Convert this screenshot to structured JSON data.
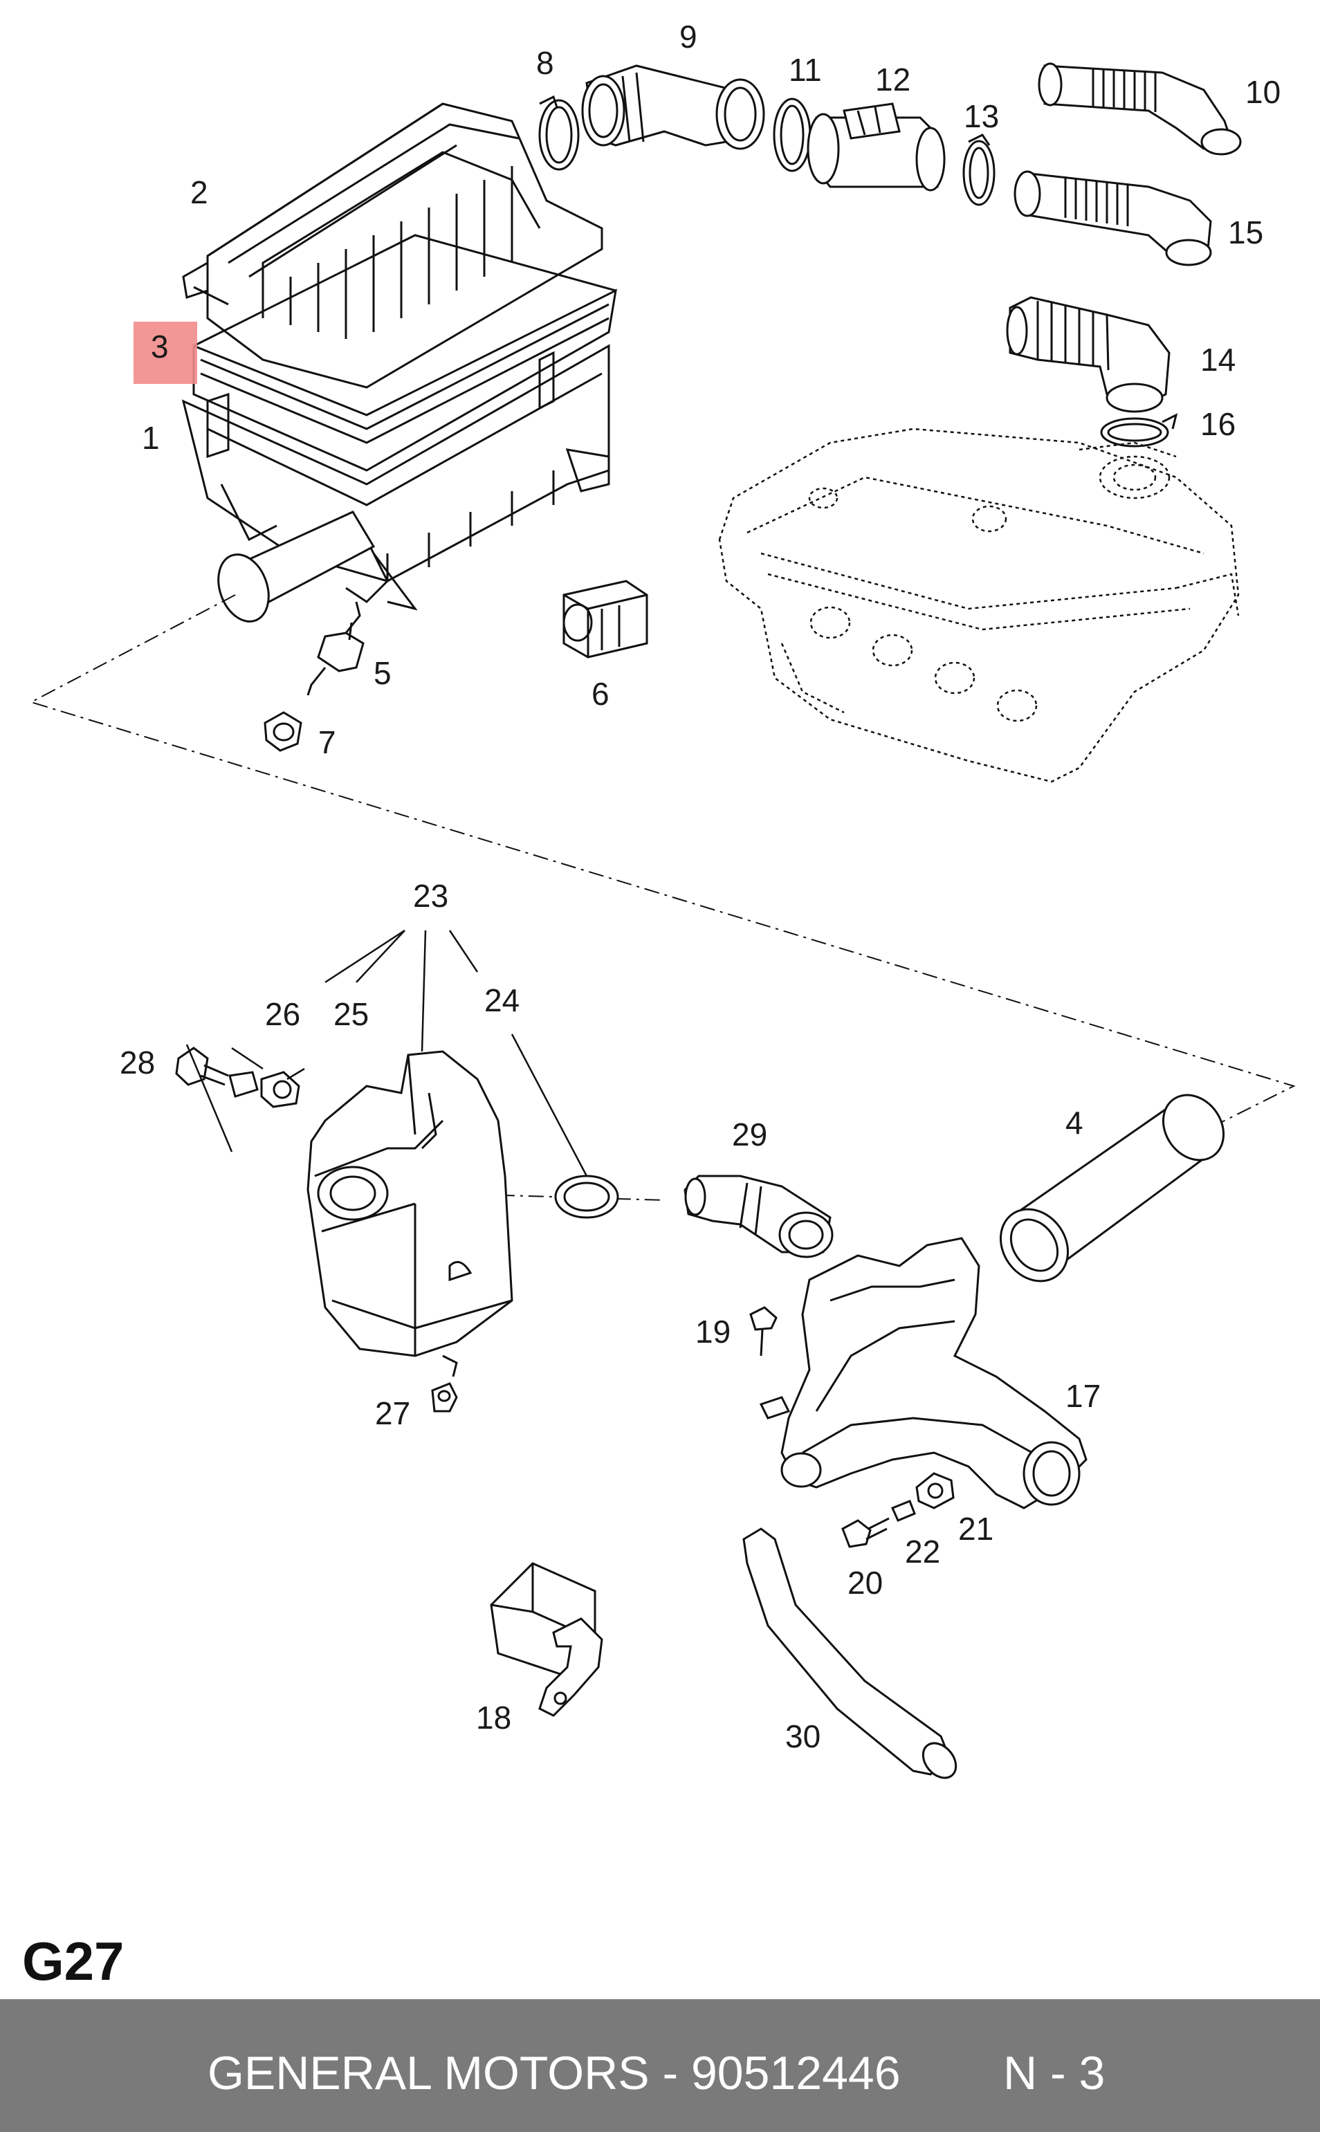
{
  "highlight": {
    "part": "3",
    "color": "#f28b8b"
  },
  "callouts": [
    "1",
    "2",
    "3",
    "4",
    "5",
    "6",
    "7",
    "8",
    "9",
    "10",
    "11",
    "12",
    "13",
    "14",
    "15",
    "16",
    "17",
    "18",
    "19",
    "20",
    "21",
    "22",
    "23",
    "24",
    "25",
    "26",
    "27",
    "28",
    "29",
    "30"
  ],
  "sheet_code": "G27",
  "footer": {
    "brand_part": "GENERAL MOTORS - 90512446",
    "quantity": "N - 3",
    "background": "#7a7a7a"
  }
}
